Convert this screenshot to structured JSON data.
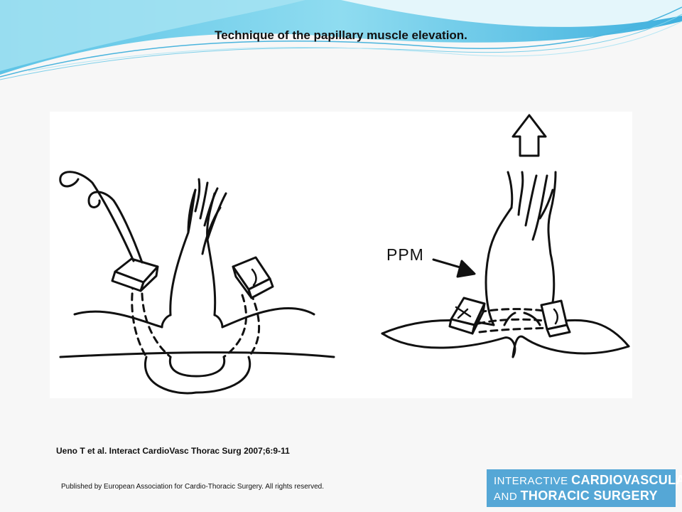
{
  "title": "Technique of the papillary muscle elevation.",
  "figure": {
    "label_ppm": "PPM"
  },
  "citation": "Ueno T et al. Interact CardioVasc Thorac Surg 2007;6:9-11",
  "publisher": "Published by European Association for Cardio-Thoracic Surgery. All rights reserved.",
  "journal_logo": {
    "line1_thin": "INTERACTIVE",
    "line1_bold": "CARDIOVASCULAR",
    "line2_thin": "AND",
    "line2_bold": "THORACIC SURGERY"
  },
  "colors": {
    "wave_light": "#cdeef7",
    "wave_mid": "#7fd3ec",
    "wave_dark": "#3fa9d8",
    "logo_bg": "#55a7d6"
  }
}
